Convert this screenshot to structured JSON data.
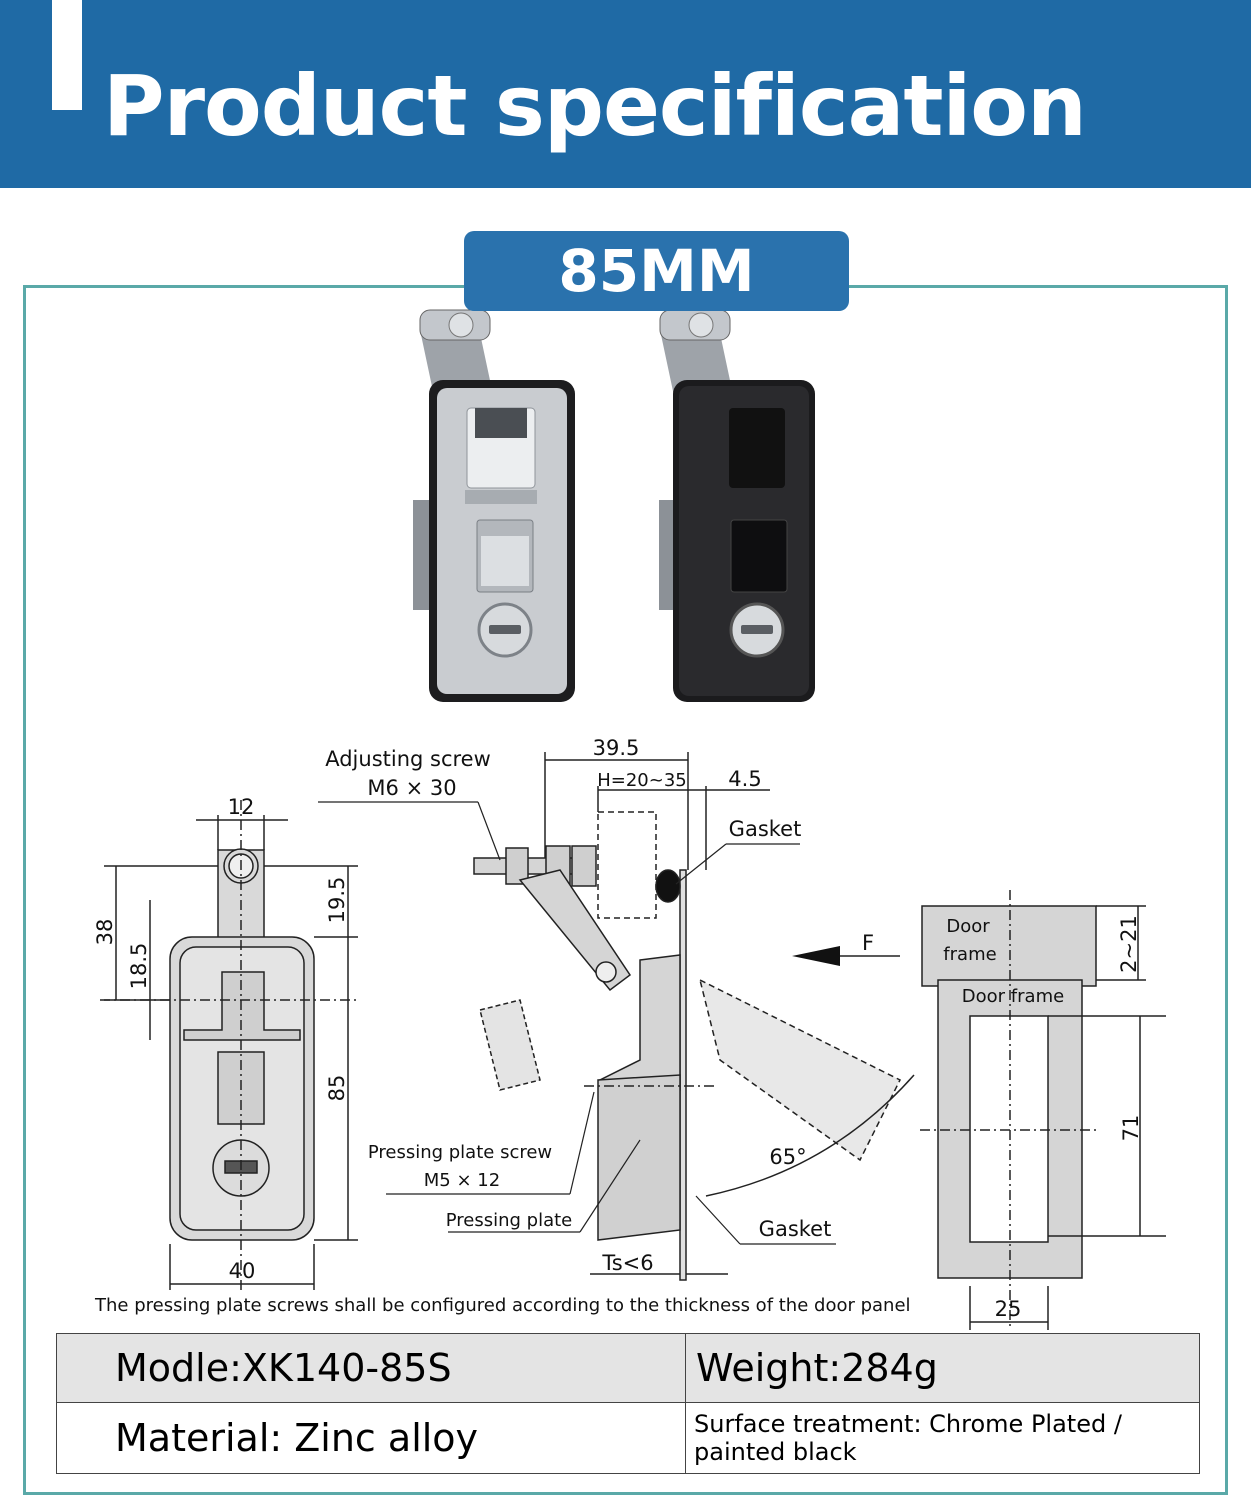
{
  "header": {
    "title": "Product specification"
  },
  "badge": {
    "label": "85MM"
  },
  "drawing": {
    "front_view": {
      "dim_top_width": "12",
      "dim_bottom_width": "40",
      "dim_total_height": "38",
      "dim_upper": "18.5",
      "dim_tongue": "19.5",
      "dim_body_height": "85"
    },
    "side_view": {
      "dim_total": "39.5",
      "dim_h_range": "H=20~35",
      "dim_gap": "4.5",
      "label_adjusting_screw": "Adjusting screw",
      "label_adjusting_screw_size": "M6 × 30",
      "label_gasket_top": "Gasket",
      "label_gasket_bottom": "Gasket",
      "label_pressing_plate_screw": "Pressing plate screw",
      "label_pressing_plate_screw_size": "M5 × 12",
      "label_pressing_plate": "Pressing plate",
      "label_thickness": "Ts<6",
      "label_angle": "65°",
      "label_force": "F"
    },
    "frame_view": {
      "label_door_line1": "Door",
      "label_door_line2": "frame",
      "label_door_frame": "Door frame",
      "dim_offset": "2~21",
      "dim_height": "71",
      "dim_width": "25"
    }
  },
  "note": "The pressing plate screws shall be configured according to the thickness of the door panel",
  "spec_table": {
    "model": "Modle:XK140-85S",
    "weight": "Weight:284g",
    "material": "Material: Zinc alloy",
    "surface": "Surface treatment: Chrome Plated / painted black"
  },
  "colors": {
    "banner": "#1f6aa5",
    "badge": "#2a72ad",
    "frame_border": "#5aa9a8",
    "chrome": "#c9ccd0",
    "black_finish": "#1b1b1d"
  }
}
